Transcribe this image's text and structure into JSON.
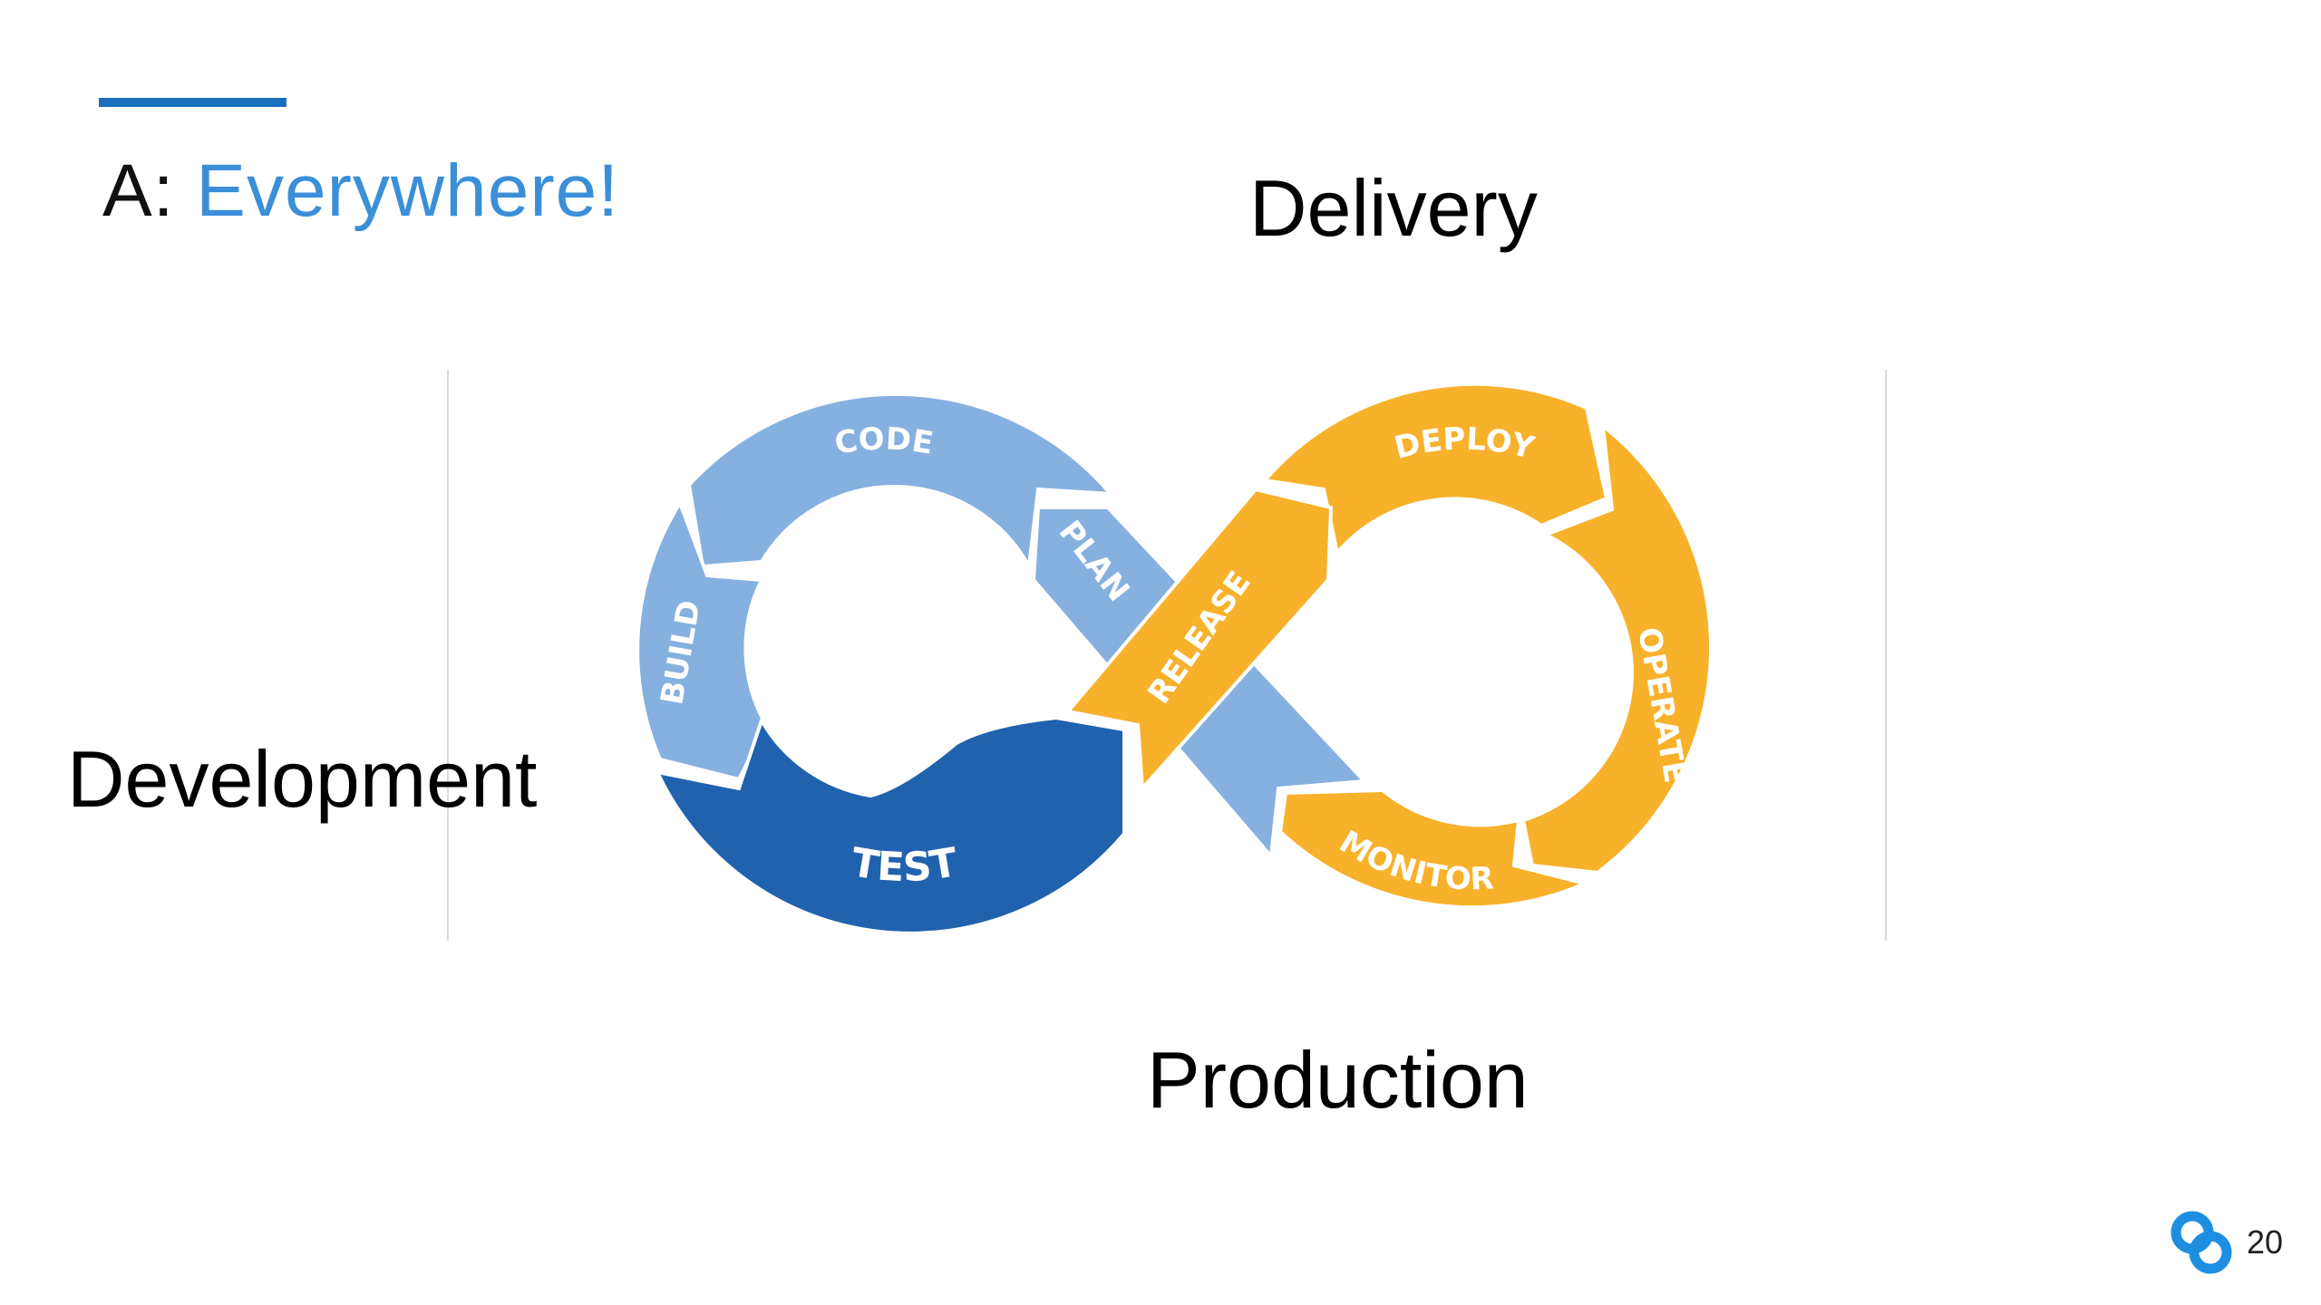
{
  "slide": {
    "title_prefix": "A:",
    "title_accent": "Everywhere!",
    "page_number": "20"
  },
  "stages": {
    "delivery": "Delivery",
    "development": "Development",
    "production": "Production"
  },
  "diagram": {
    "segments": [
      {
        "id": "code",
        "label": "CODE",
        "color": "#85b0df"
      },
      {
        "id": "build",
        "label": "BUILD",
        "color": "#85b0df"
      },
      {
        "id": "test",
        "label": "TEST",
        "color": "#2162ae"
      },
      {
        "id": "plan",
        "label": "PLAN",
        "color": "#85b0df"
      },
      {
        "id": "release",
        "label": "RELEASE",
        "color": "#f8b12a"
      },
      {
        "id": "deploy",
        "label": "DEPLOY",
        "color": "#f8b12a"
      },
      {
        "id": "operate",
        "label": "OPERATE",
        "color": "#f8b12a"
      },
      {
        "id": "monitor",
        "label": "MONITOR",
        "color": "#f8b12a"
      }
    ]
  },
  "logo": {
    "icon": "company-logo-icon",
    "color": "#1e8fe0"
  }
}
